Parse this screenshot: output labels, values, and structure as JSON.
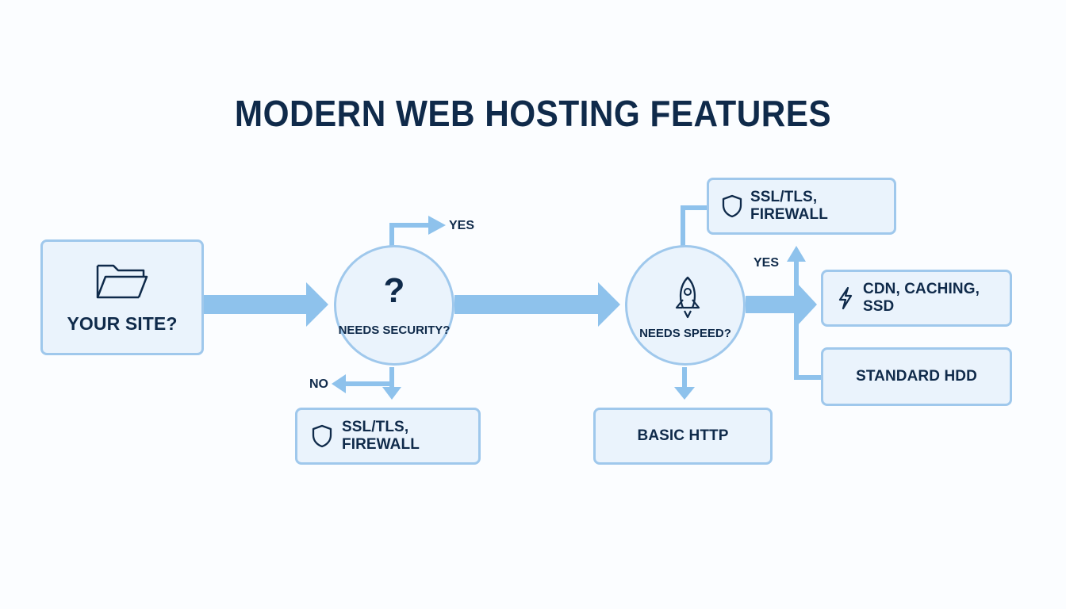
{
  "title": "MODERN WEB HOSTING FEATURES",
  "nodes": {
    "start": {
      "label": "YOUR SITE?",
      "icon": "folder-icon"
    },
    "security_decision": {
      "symbol": "?",
      "label": "NEEDS SECURITY?"
    },
    "speed_decision": {
      "label": "NEEDS SPEED?",
      "icon": "rocket-icon"
    },
    "ssl_bottom": {
      "label": "SSL/TLS, FIREWALL",
      "icon": "shield-icon"
    },
    "ssl_top": {
      "label": "SSL/TLS, FIREWALL",
      "icon": "shield-icon"
    },
    "basic_http": {
      "label": "BASIC HTTP"
    },
    "cdn": {
      "label": "CDN, CACHING, SSD",
      "icon": "lightning-icon"
    },
    "standard_hdd": {
      "label": "STANDARD HDD"
    }
  },
  "edge_labels": {
    "security_yes": "YES",
    "security_no": "NO",
    "speed_yes": "YES"
  },
  "colors": {
    "arrow": "#8ec2ec",
    "box_fill": "#eaf3fc",
    "box_border": "#9fc8ec",
    "text": "#0f2a4a"
  }
}
